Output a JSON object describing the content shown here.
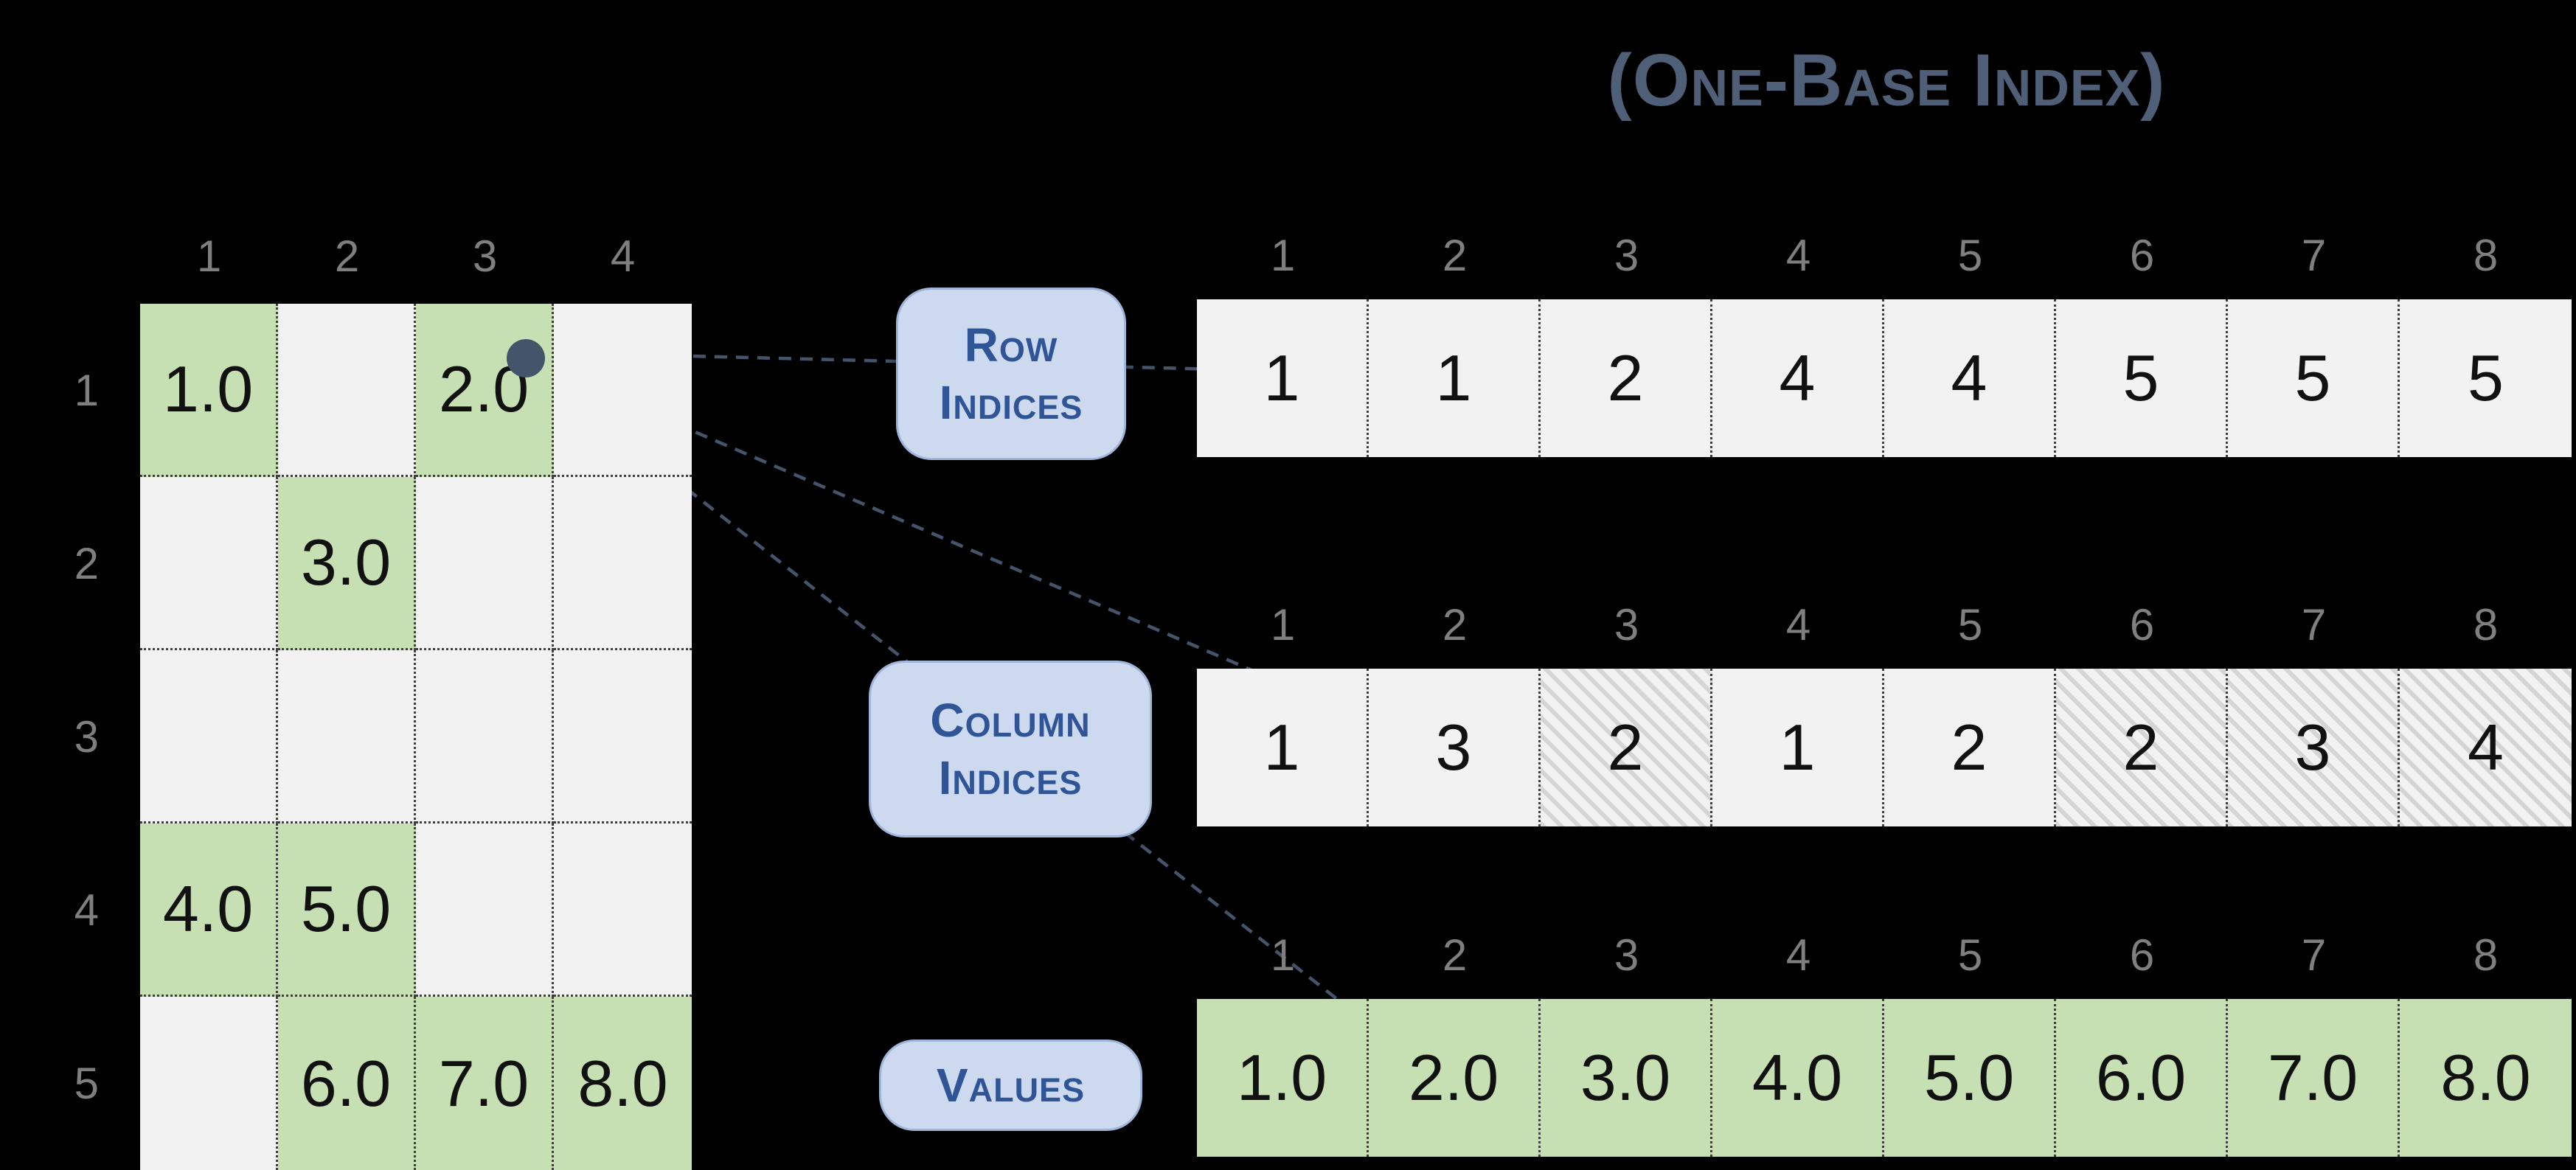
{
  "title": "(One-Base Index)",
  "colors": {
    "background": "#000000",
    "cell-bg": "#f2f2f2",
    "nonzero-green": "#c6e0b4",
    "label-box-bg": "#cdd9ef",
    "label-box-border": "#9fb6da",
    "label-text": "#2f5597",
    "muted-index": "#7f7f7f",
    "connector": "#44546a",
    "title-color": "#505f78",
    "grid-line": "#3f3f3f",
    "cell-text": "#111111"
  },
  "matrix": {
    "col_headers": [
      "1",
      "2",
      "3",
      "4"
    ],
    "row_headers": [
      "1",
      "2",
      "3",
      "4",
      "5"
    ],
    "rows": [
      [
        "1.0",
        "",
        "2.0",
        ""
      ],
      [
        "",
        "3.0",
        "",
        ""
      ],
      [
        "",
        "",
        "",
        ""
      ],
      [
        "4.0",
        "5.0",
        "",
        ""
      ],
      [
        "",
        "6.0",
        "7.0",
        "8.0"
      ]
    ]
  },
  "arrays": {
    "row_indices": {
      "label_lines": [
        "Row",
        "Indices"
      ],
      "headers": [
        "1",
        "2",
        "3",
        "4",
        "5",
        "6",
        "7",
        "8"
      ],
      "values": [
        "1",
        "1",
        "2",
        "4",
        "4",
        "5",
        "5",
        "5"
      ],
      "hatched": [
        false,
        false,
        false,
        false,
        false,
        false,
        false,
        false
      ]
    },
    "column_indices": {
      "label_lines": [
        "Column",
        "Indices"
      ],
      "headers": [
        "1",
        "2",
        "3",
        "4",
        "5",
        "6",
        "7",
        "8"
      ],
      "values": [
        "1",
        "3",
        "2",
        "1",
        "2",
        "2",
        "3",
        "4"
      ],
      "hatched": [
        false,
        false,
        true,
        false,
        false,
        true,
        true,
        true
      ]
    },
    "values": {
      "label_lines": [
        "Values"
      ],
      "headers": [
        "1",
        "2",
        "3",
        "4",
        "5",
        "6",
        "7",
        "8"
      ],
      "values": [
        "1.0",
        "2.0",
        "3.0",
        "4.0",
        "5.0",
        "6.0",
        "7.0",
        "8.0"
      ],
      "hatched": [
        false,
        false,
        true,
        false,
        false,
        true,
        true,
        true
      ]
    }
  }
}
